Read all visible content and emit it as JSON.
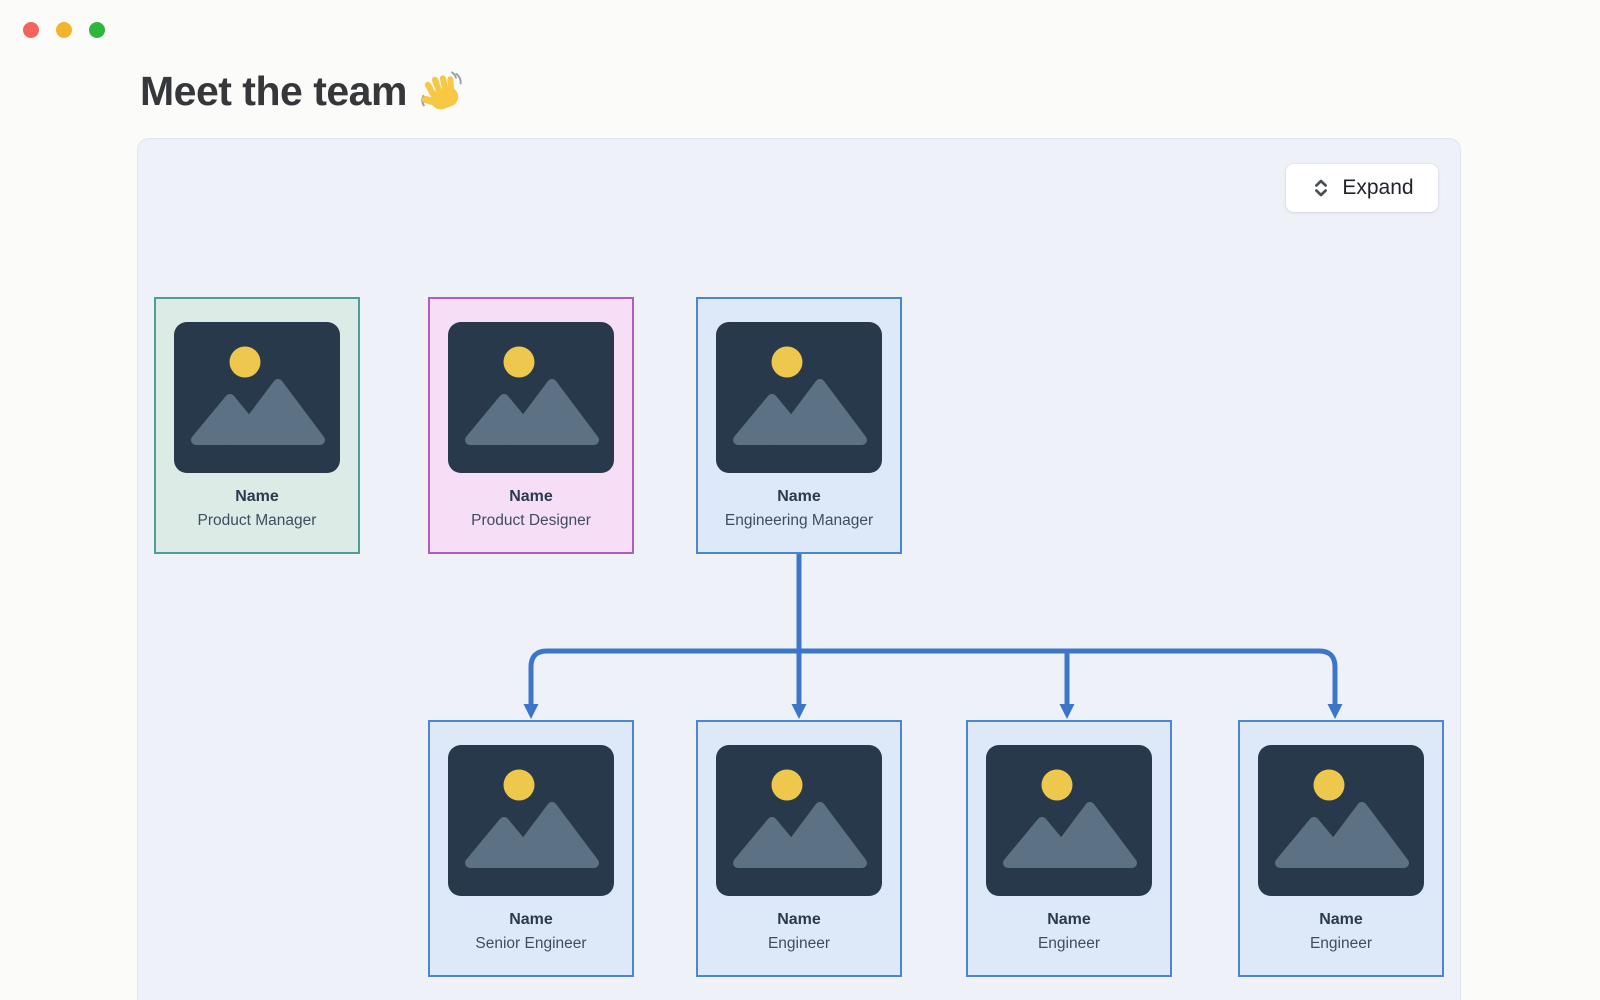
{
  "window": {
    "controls": [
      "close",
      "minimize",
      "zoom"
    ]
  },
  "header": {
    "title": "Meet the team",
    "emoji_icon": "waving-hand-icon"
  },
  "toolbar": {
    "expand_label": "Expand",
    "expand_icon": "unfold-vertical-chevrons-icon"
  },
  "org_chart": {
    "top_row": [
      {
        "name": "Name",
        "role": "Product Manager",
        "theme": "teal",
        "image": "photo-placeholder"
      },
      {
        "name": "Name",
        "role": "Product Designer",
        "theme": "pink",
        "image": "photo-placeholder"
      },
      {
        "name": "Name",
        "role": "Engineering Manager",
        "theme": "blue",
        "image": "photo-placeholder"
      }
    ],
    "bottom_row": [
      {
        "name": "Name",
        "role": "Senior Engineer",
        "theme": "blue",
        "image": "photo-placeholder"
      },
      {
        "name": "Name",
        "role": "Engineer",
        "theme": "blue",
        "image": "photo-placeholder"
      },
      {
        "name": "Name",
        "role": "Engineer",
        "theme": "blue",
        "image": "photo-placeholder"
      },
      {
        "name": "Name",
        "role": "Engineer",
        "theme": "blue",
        "image": "photo-placeholder"
      }
    ],
    "hierarchy": "Engineering Manager manages Senior Engineer, Engineer, Engineer, Engineer"
  },
  "colors": {
    "page_background": "#fbfbfa",
    "panel_background": "#eef1f8",
    "panel_border": "#e3e5ea",
    "teal_card_bg": "#dcebe6",
    "teal_card_border": "#4d9e94",
    "pink_card_bg": "#f7def7",
    "pink_card_border": "#b15cc1",
    "blue_card_bg": "#dde9f9",
    "blue_card_border": "#4c86d2",
    "photo_background": "#28394b",
    "sun_yellow": "#edc84d",
    "mountain_gray": "#5d7184",
    "connector_blue": "#3d76c8",
    "name_text": "#2b3a4d",
    "role_text": "#3e4d60",
    "title_text": "#35373a",
    "traffic_red": "#f4645c",
    "traffic_yellow": "#f2b42d",
    "traffic_green": "#2fb73d"
  }
}
